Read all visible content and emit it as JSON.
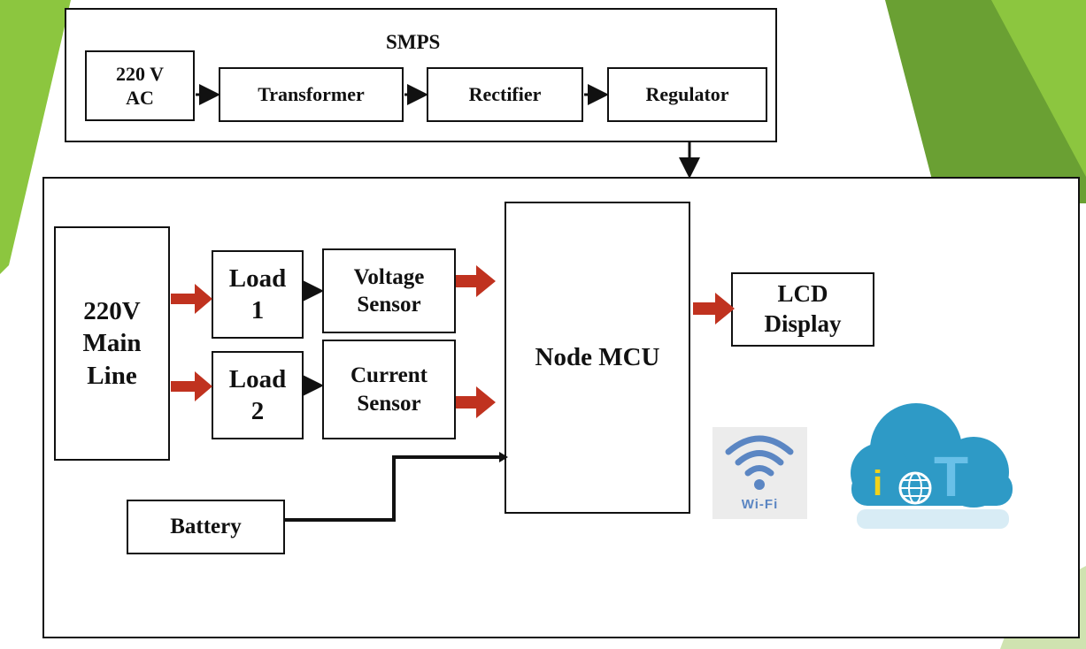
{
  "colors": {
    "arrow_red": "#c0321f",
    "arrow_black": "#111111",
    "green_dark": "#6aa033",
    "green_light": "#8cc63f",
    "cloud_blue": "#2e9ac6",
    "iot_yellow": "#f2d21a",
    "wifi_blue": "#5b86c3"
  },
  "smps": {
    "title": "SMPS",
    "input": [
      "220 V",
      "AC"
    ],
    "transformer": "Transformer",
    "rectifier": "Rectifier",
    "regulator": "Regulator"
  },
  "main_line": [
    "220V",
    "Main",
    "Line"
  ],
  "load1": [
    "Load",
    "1"
  ],
  "load2": [
    "Load",
    "2"
  ],
  "voltage_sensor": [
    "Voltage",
    "Sensor"
  ],
  "current_sensor": [
    "Current",
    "Sensor"
  ],
  "battery": "Battery",
  "node_mcu": "Node MCU",
  "lcd": [
    "LCD",
    "Display"
  ],
  "wifi_logo_text": "Wi-Fi",
  "iot_logo": {
    "letter_i": "i",
    "letter_t": "T"
  },
  "icons": [
    "wifi-icon",
    "iot-cloud-icon",
    "globe-icon"
  ]
}
